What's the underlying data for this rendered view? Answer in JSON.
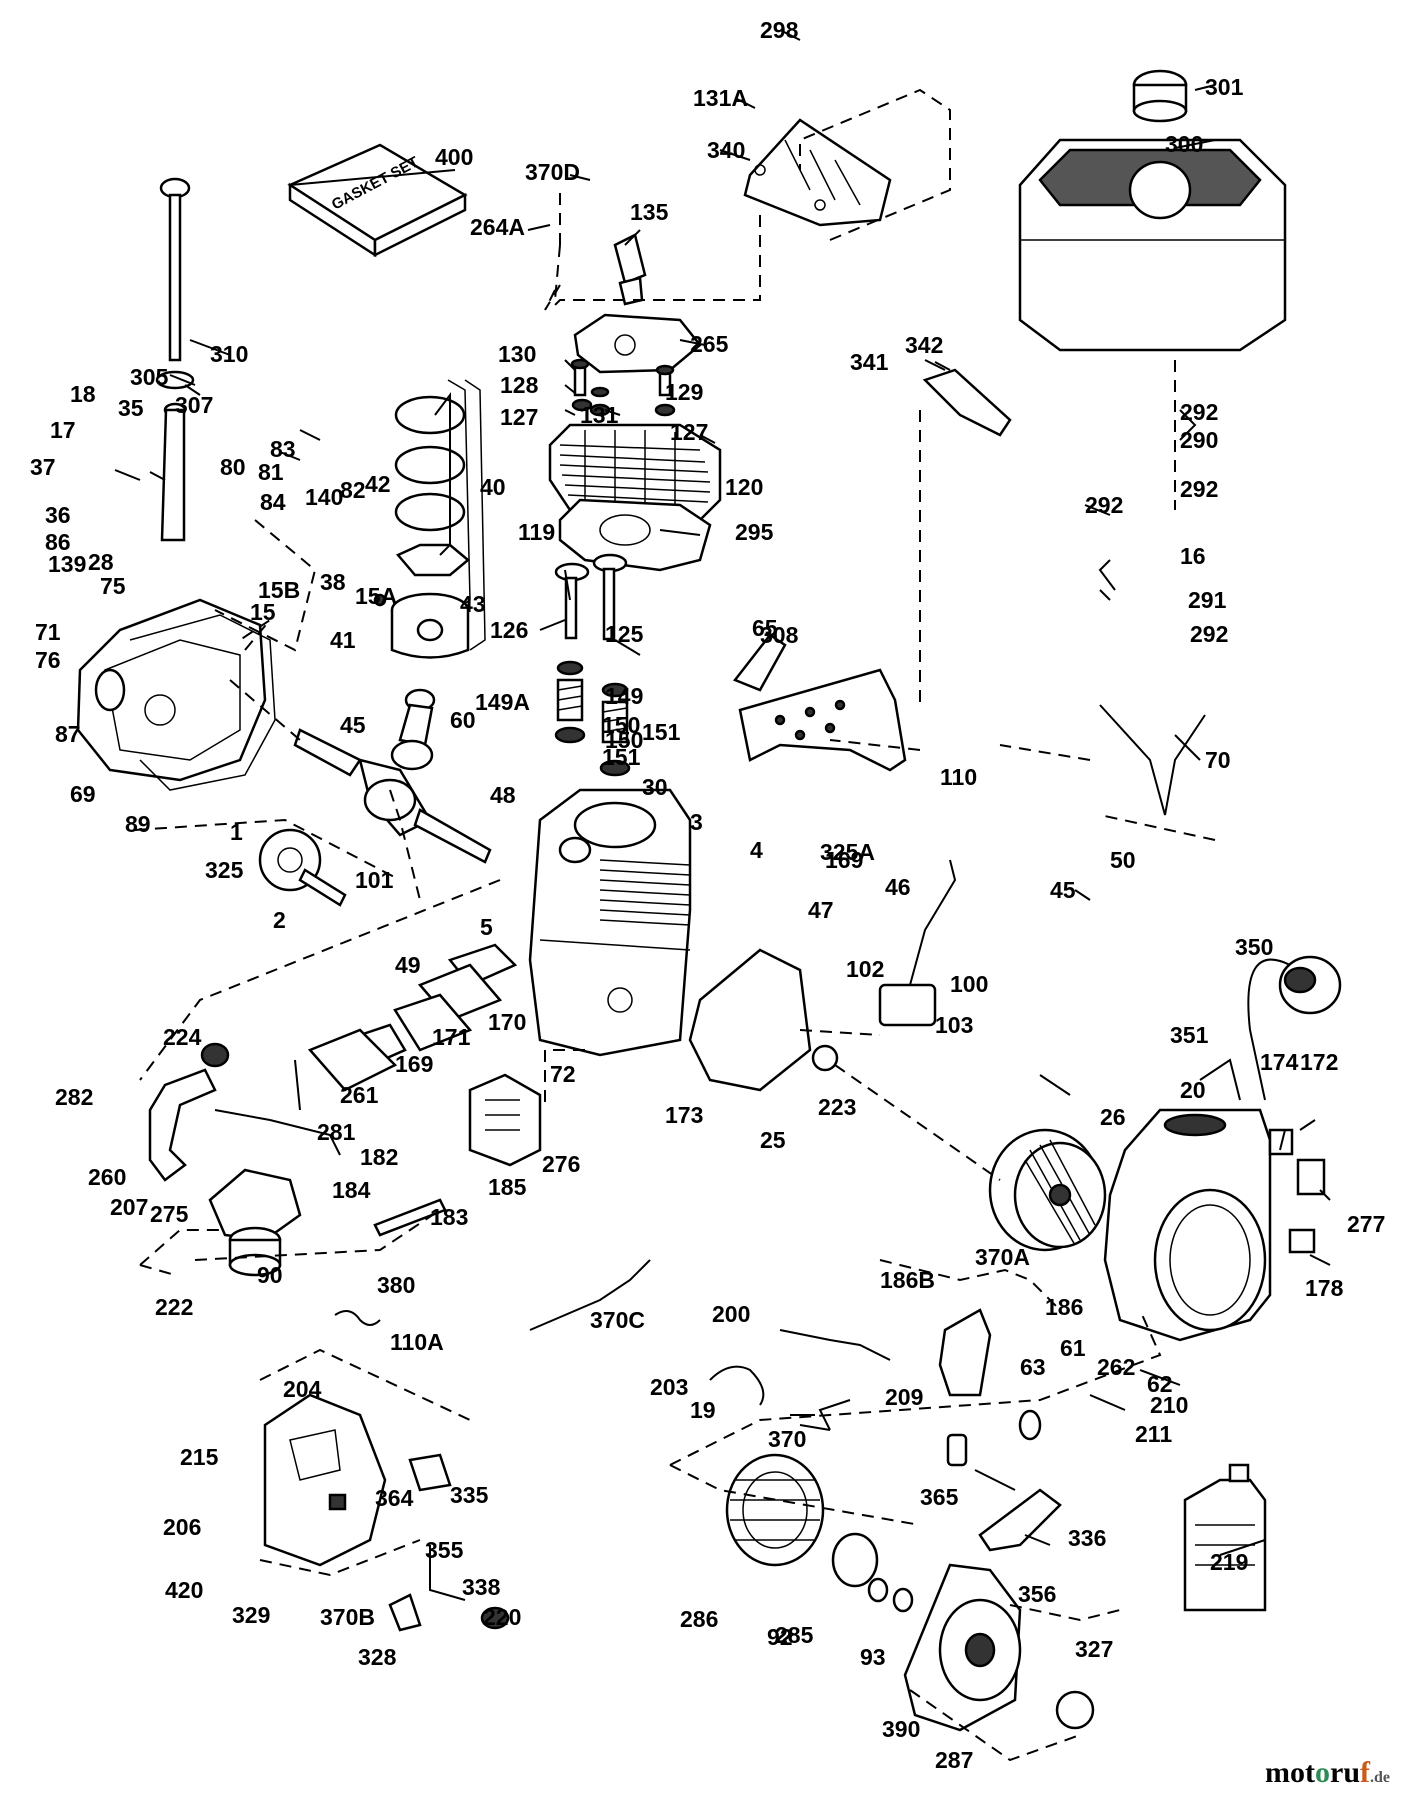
{
  "watermark": {
    "pre": "mot",
    "o": "o",
    "mid": "ru",
    "f": "f",
    "tld": ".de"
  },
  "gasket_set_text": "GASKET SET",
  "callouts": [
    "298",
    "131A",
    "301",
    "300",
    "340",
    "400",
    "370D",
    "135",
    "264A",
    "310",
    "265",
    "305",
    "307",
    "130",
    "129",
    "128",
    "127",
    "131",
    "127",
    "342",
    "341",
    "18",
    "35",
    "120",
    "292",
    "290",
    "292",
    "17",
    "37",
    "83",
    "80",
    "81",
    "84",
    "140",
    "82",
    "42",
    "40",
    "119",
    "295",
    "292",
    "16",
    "36",
    "86",
    "28",
    "139",
    "38",
    "15B",
    "15",
    "15A",
    "75",
    "43",
    "41",
    "126",
    "125",
    "65",
    "308",
    "149A",
    "291",
    "292",
    "71",
    "76",
    "87",
    "149",
    "150",
    "150",
    "151",
    "151",
    "30",
    "45",
    "60",
    "110",
    "70",
    "69",
    "89",
    "48",
    "1",
    "3",
    "325A",
    "50",
    "325",
    "45",
    "101",
    "46",
    "2",
    "5",
    "4",
    "169",
    "47",
    "49",
    "350",
    "170",
    "102",
    "100",
    "103",
    "351",
    "224",
    "171",
    "72",
    "169",
    "172",
    "282",
    "223",
    "20",
    "261",
    "174",
    "281",
    "173",
    "25",
    "26",
    "260",
    "182",
    "207",
    "185",
    "276",
    "275",
    "184",
    "183",
    "277",
    "370A",
    "90",
    "380",
    "222",
    "178",
    "370C",
    "110A",
    "186B",
    "200",
    "186",
    "61",
    "262",
    "63",
    "62",
    "203",
    "19",
    "209",
    "210",
    "204",
    "370",
    "211",
    "215",
    "335",
    "364",
    "365",
    "206",
    "336",
    "355",
    "219",
    "338",
    "420",
    "220",
    "329",
    "370B",
    "356",
    "286",
    "285",
    "92",
    "93",
    "328",
    "327",
    "390",
    "287"
  ]
}
